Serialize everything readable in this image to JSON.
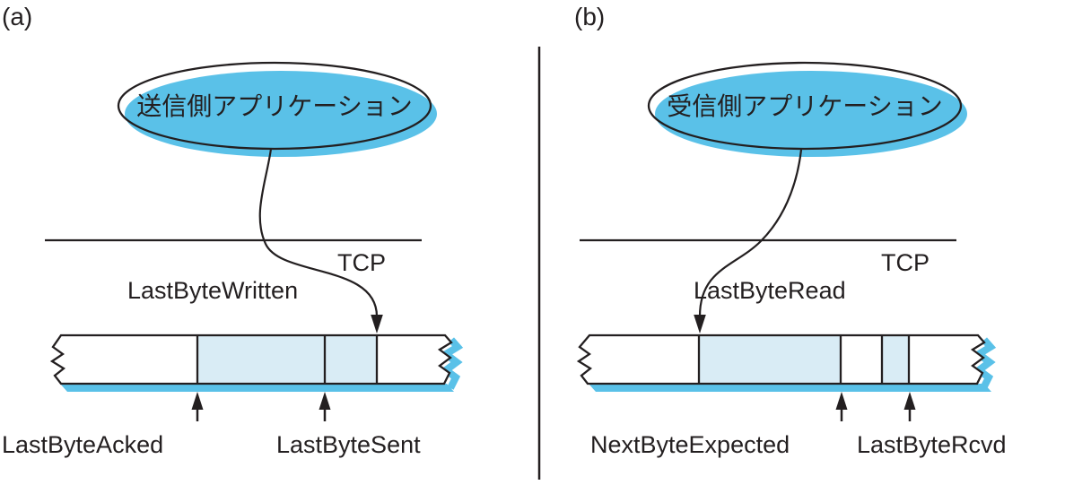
{
  "figure": {
    "panels": {
      "a": {
        "index_label": "(a)",
        "application": "送信側アプリケーション",
        "protocol_label": "TCP",
        "top_pointer": "LastByteWritten",
        "bottom_left_pointer": "LastByteAcked",
        "bottom_right_pointer": "LastByteSent"
      },
      "b": {
        "index_label": "(b)",
        "application": "受信側アプリケーション",
        "protocol_label": "TCP",
        "top_pointer": "LastByteRead",
        "bottom_left_pointer": "NextByteExpected",
        "bottom_right_pointer": "LastByteRcvd"
      }
    },
    "colors": {
      "ink": "#231f20",
      "buffer_fill": "#d9ecf5",
      "shadow_blue": "#5ac1e8",
      "background": "#ffffff"
    }
  }
}
